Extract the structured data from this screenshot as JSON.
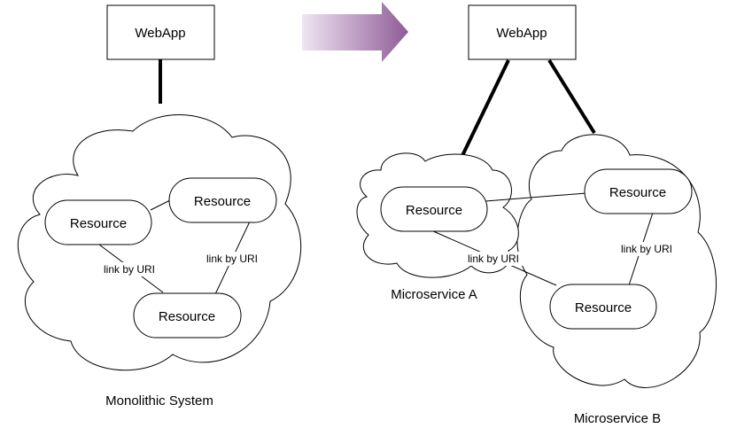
{
  "left": {
    "webapp": "WebApp",
    "resources": [
      "Resource",
      "Resource",
      "Resource"
    ],
    "links": [
      "link by URI",
      "link by URI"
    ],
    "caption": "Monolithic System"
  },
  "right": {
    "webapp": "WebApp",
    "service_a": {
      "resource": "Resource",
      "caption": "Microservice A"
    },
    "service_b": {
      "resources": [
        "Resource",
        "Resource"
      ],
      "caption": "Microservice B"
    },
    "links": [
      "link by URI",
      "link by URI"
    ]
  },
  "colors": {
    "arrow_start": "#efe6f2",
    "arrow_end": "#8f5b97",
    "stroke": "#000000"
  }
}
